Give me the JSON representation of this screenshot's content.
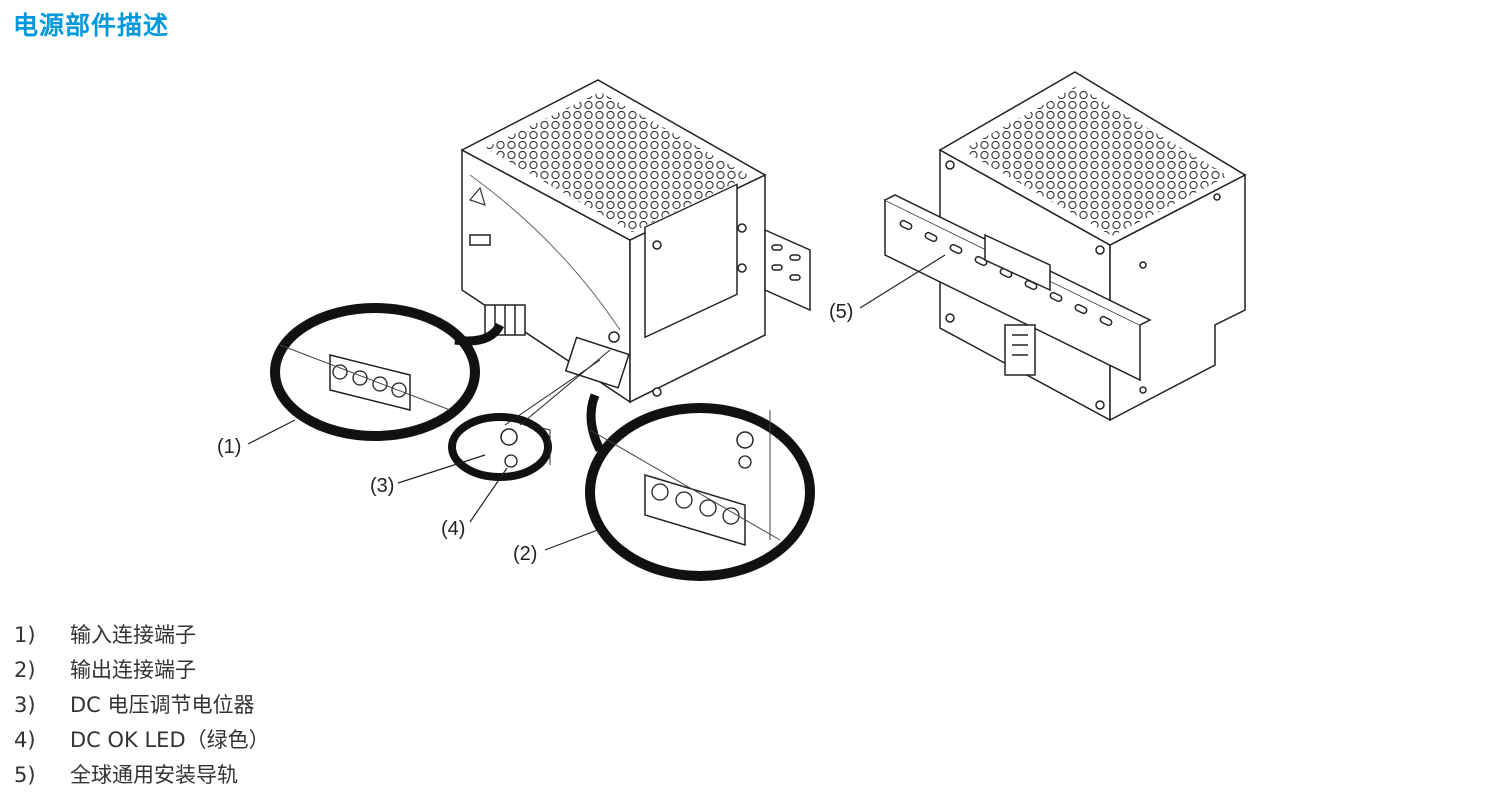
{
  "page": {
    "title": "电源部件描述",
    "accent_color": "#0099dd"
  },
  "callouts": [
    {
      "label": "(1)"
    },
    {
      "label": "(2)"
    },
    {
      "label": "(3)"
    },
    {
      "label": "(4)"
    },
    {
      "label": "(5)"
    }
  ],
  "legend": [
    {
      "num": "1)",
      "text": "输入连接端子"
    },
    {
      "num": "2)",
      "text": "输出连接端子"
    },
    {
      "num": "3)",
      "text": "DC 电压调节电位器"
    },
    {
      "num": "4)",
      "text": "DC OK LED（绿色）"
    },
    {
      "num": "5)",
      "text": "全球通用安装导轨"
    }
  ]
}
